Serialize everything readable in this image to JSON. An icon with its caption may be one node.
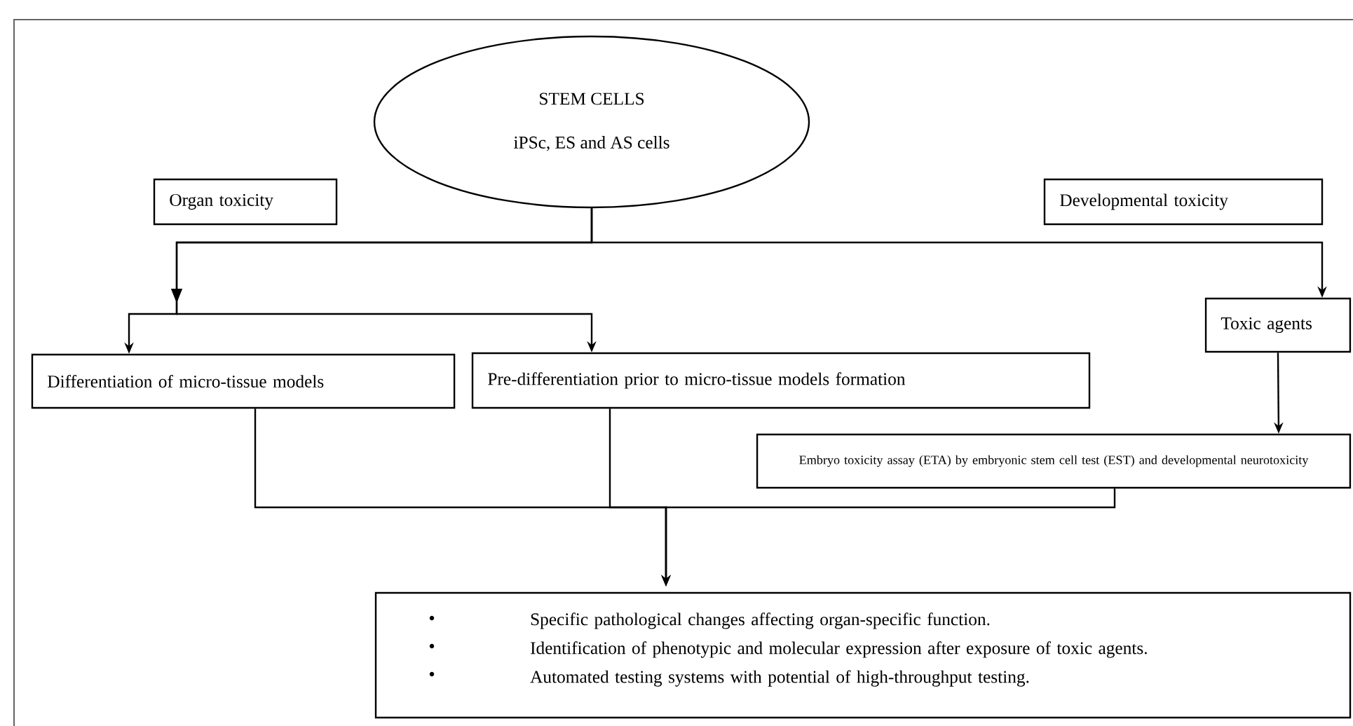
{
  "diagram": {
    "nodes": [
      {
        "text": [
          "STEM CELLS",
          "iPSc, ES and AS cells"
        ]
      },
      {
        "text": [
          "Organ toxicity"
        ]
      },
      {
        "text": [
          "Developmental toxicity"
        ]
      },
      {
        "text": [
          "Differentiation of micro-tissue models"
        ]
      },
      {
        "text": [
          "Pre-differentiation prior to micro-tissue models formation"
        ]
      },
      {
        "text": [
          "Toxic agents"
        ]
      },
      {
        "text": [
          "Embryo toxicity assay (ETA) by embryonic stem cell test (EST) and developmental neurotoxicity"
        ]
      },
      {
        "text": [
          "Specific pathological changes affecting organ-specific function.",
          "Identification of phenotypic and molecular expression after exposure of toxic agents.",
          "Automated testing systems with potential of high-throughput testing."
        ]
      }
    ],
    "edges": [
      {
        "from": 0,
        "to": 3,
        "arrow": "to"
      },
      {
        "from": 0,
        "to": 4,
        "arrow": "to"
      },
      {
        "from": 0,
        "to": 5,
        "arrow": "to"
      },
      {
        "from": 5,
        "to": 6,
        "arrow": "to"
      },
      {
        "from": 3,
        "to": 7,
        "arrow": "to"
      },
      {
        "from": 4,
        "to": 7,
        "arrow": "to"
      },
      {
        "from": 6,
        "to": 7,
        "arrow": "to"
      }
    ]
  }
}
